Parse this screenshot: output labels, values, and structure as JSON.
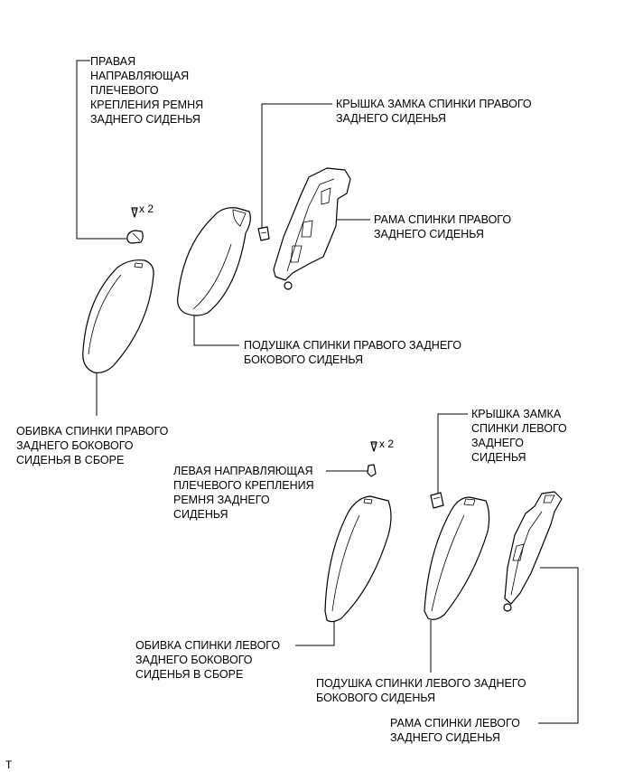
{
  "labels": {
    "right_guide": [
      "ПРАВАЯ",
      "НАПРАВЛЯЮЩАЯ",
      "ПЛЕЧЕВОГО",
      "КРЕПЛЕНИЯ РЕМНЯ",
      "ЗАДНЕГО СИДЕНЬЯ"
    ],
    "right_lock_cover": [
      "КРЫШКА ЗАМКА СПИНКИ ПРАВОГО",
      "ЗАДНЕГО СИДЕНЬЯ"
    ],
    "right_frame": [
      "РАМА СПИНКИ ПРАВОГО",
      "ЗАДНЕГО СИДЕНЬЯ"
    ],
    "right_pad": [
      "ПОДУШКА СПИНКИ ПРАВОГО ЗАДНЕГО",
      "БОКОВОГО СИДЕНЬЯ"
    ],
    "right_cover": [
      "ОБИВКА СПИНКИ ПРАВОГО",
      "ЗАДНЕГО БОКОВОГО",
      "СИДЕНЬЯ В СБОРЕ"
    ],
    "left_lock_cover": [
      "КРЫШКА ЗАМКА",
      "СПИНКИ ЛЕВОГО",
      "ЗАДНЕГО",
      "СИДЕНЬЯ"
    ],
    "left_guide": [
      "ЛЕВАЯ НАПРАВЛЯЮЩАЯ",
      "ПЛЕЧЕВОГО КРЕПЛЕНИЯ",
      "РЕМНЯ ЗАДНЕГО",
      "СИДЕНЬЯ"
    ],
    "left_cover": [
      "ОБИВКА СПИНКИ ЛЕВОГО",
      "ЗАДНЕГО БОКОВОГО",
      "СИДЕНЬЯ В СБОРЕ"
    ],
    "left_pad": [
      "ПОДУШКА СПИНКИ ЛЕВОГО ЗАДНЕГО",
      "БОКОВОГО СИДЕНЬЯ"
    ],
    "left_frame": [
      "РАМА СПИНКИ ЛЕВОГО",
      "ЗАДНЕГО СИДЕНЬЯ"
    ]
  },
  "qty_right": "x 2",
  "qty_left": "x 2",
  "corner_mark": "T",
  "icons": {
    "clip": "clip-icon"
  }
}
